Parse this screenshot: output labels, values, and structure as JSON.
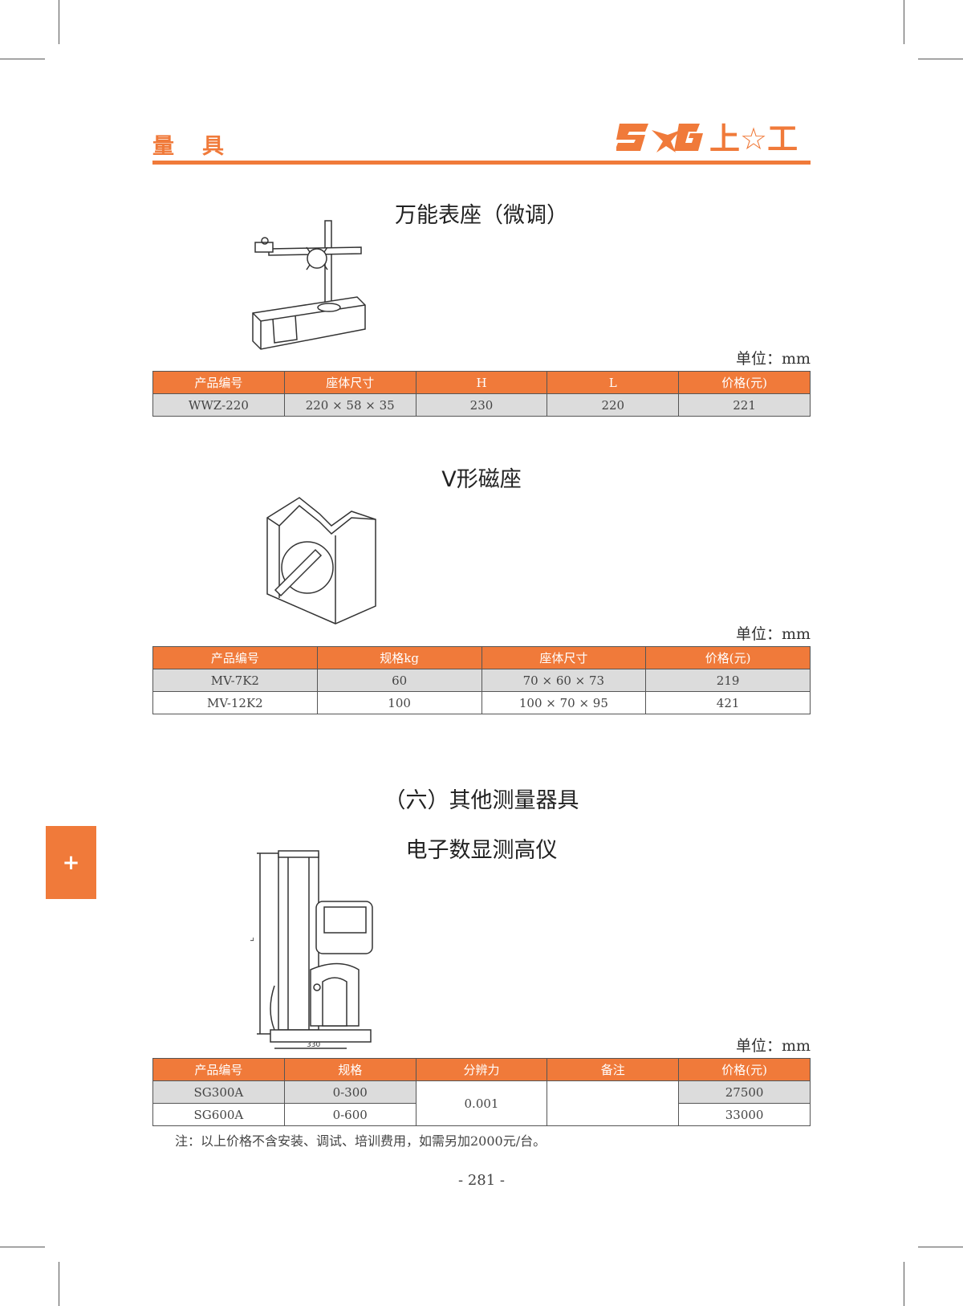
{
  "header": {
    "category": "量　具",
    "logo_text": "上☆工",
    "brand_color": "#f07a3a"
  },
  "sections": [
    {
      "title": "万能表座（微调）",
      "unit": "单位：mm",
      "columns": [
        "产品编号",
        "座体尺寸",
        "H",
        "L",
        "价格(元)"
      ],
      "rows": [
        [
          "WWZ-220",
          "220 × 58 × 35",
          "230",
          "220",
          "221"
        ]
      ]
    },
    {
      "title": "V形磁座",
      "unit": "单位：mm",
      "columns": [
        "产品编号",
        "规格kg",
        "座体尺寸",
        "价格(元)"
      ],
      "rows": [
        [
          "MV-7K2",
          "60",
          "70 × 60 × 73",
          "219"
        ],
        [
          "MV-12K2",
          "100",
          "100 × 70 × 95",
          "421"
        ]
      ]
    },
    {
      "heading": "（六）其他测量器具",
      "title": "电子数显测高仪",
      "unit": "单位：mm",
      "columns": [
        "产品编号",
        "规格",
        "分辨力",
        "备注",
        "价格(元)"
      ],
      "rows": [
        [
          "SG300A",
          "0-300",
          "0.001",
          "",
          "27500"
        ],
        [
          "SG600A",
          "0-600",
          "",
          "",
          "33000"
        ]
      ],
      "dim_labels": {
        "height": "L",
        "width": "330"
      },
      "note": "注：以上价格不含安装、调试、培训费用，如需另加2000元/台。"
    }
  ],
  "side_tab": {
    "symbol": "+"
  },
  "page_number": "- 281 -"
}
